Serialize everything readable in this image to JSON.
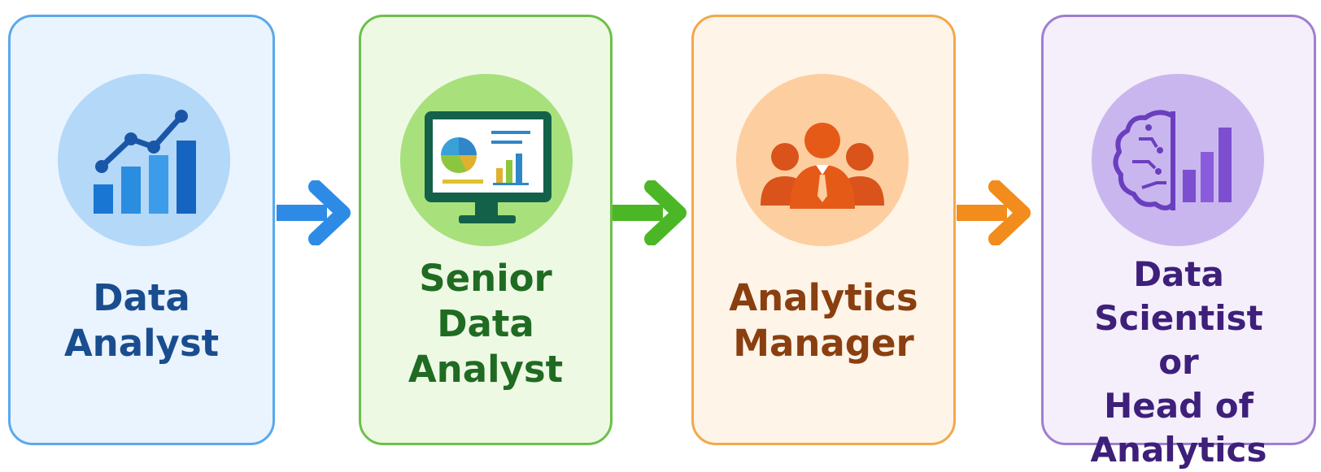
{
  "steps": [
    {
      "lines": [
        "Data",
        "Analyst"
      ],
      "icon": "line-bar-chart-icon",
      "accent": "#1a4d8f"
    },
    {
      "lines": [
        "Senior",
        "Data",
        "Analyst"
      ],
      "icon": "dashboard-monitor-icon",
      "accent": "#1f6b22"
    },
    {
      "lines": [
        "Analytics",
        "Manager"
      ],
      "icon": "team-leader-icon",
      "accent": "#8a3f10"
    },
    {
      "lines": [
        "Data Scientist",
        "or",
        "Head of",
        "Analytics"
      ],
      "icon": "ai-brain-chart-icon",
      "accent": "#3e1f7a"
    }
  ],
  "arrows": [
    {
      "icon": "arrow-right-icon",
      "color": "#2d8be6"
    },
    {
      "icon": "arrow-right-icon",
      "color": "#4cb726"
    },
    {
      "icon": "arrow-right-icon",
      "color": "#f28c1c"
    }
  ]
}
